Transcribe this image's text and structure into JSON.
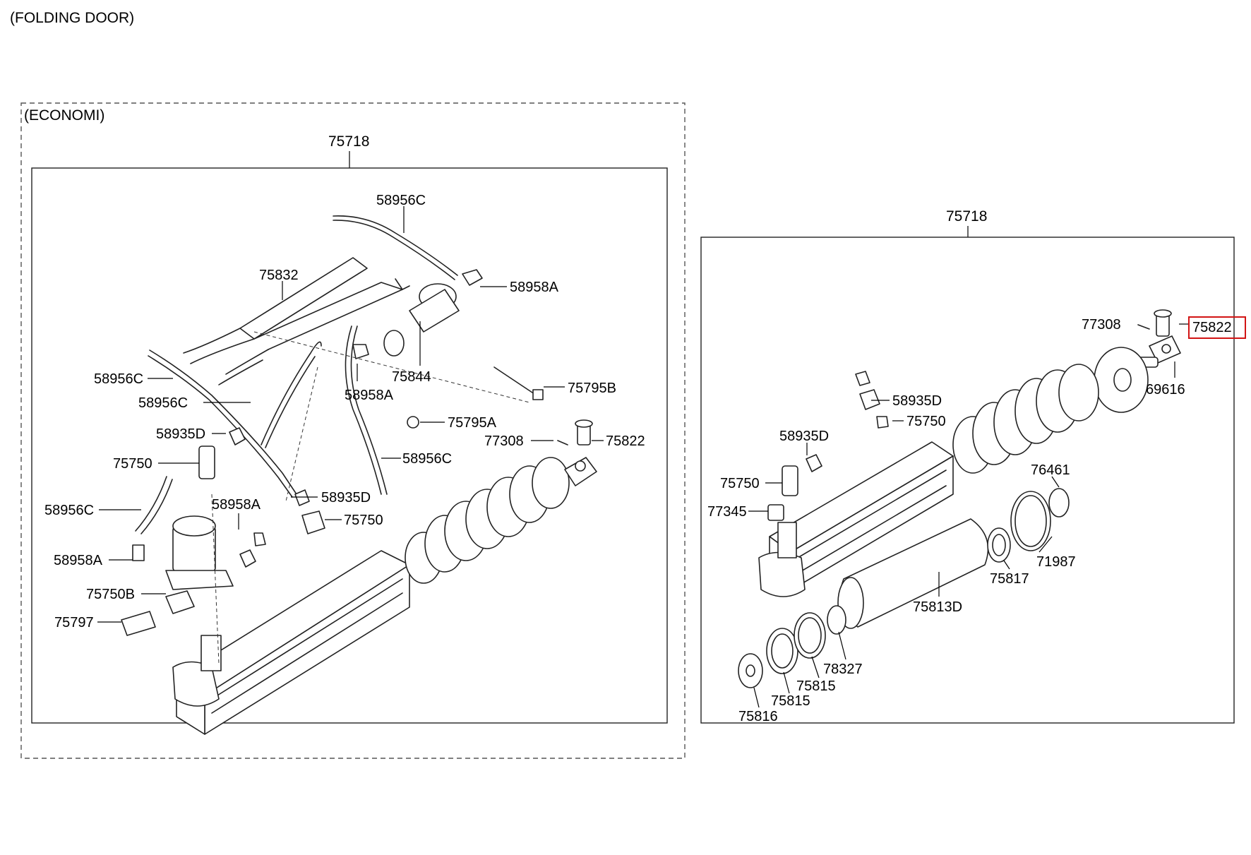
{
  "header": {
    "title": "(FOLDING DOOR)"
  },
  "variant": {
    "label": "(ECONOMI)"
  },
  "assemblies": [
    {
      "label": "75718"
    },
    {
      "label": "75718"
    }
  ],
  "left_callouts": [
    "58956C",
    "58958A",
    "75832",
    "75844",
    "58956C",
    "58958A",
    "75795B",
    "58956C",
    "75795A",
    "58935D",
    "77308",
    "75822",
    "75750",
    "58956C",
    "58958A",
    "58935D",
    "58956C",
    "75750",
    "58958A",
    "75750B",
    "75797"
  ],
  "right_callouts": [
    "77308",
    "75822",
    "69616",
    "58935D",
    "75750",
    "58935D",
    "76461",
    "75750",
    "77345",
    "71987",
    "75817",
    "75813D",
    "78327",
    "75815",
    "75815",
    "75816"
  ],
  "highlight": {
    "part": "75822"
  }
}
